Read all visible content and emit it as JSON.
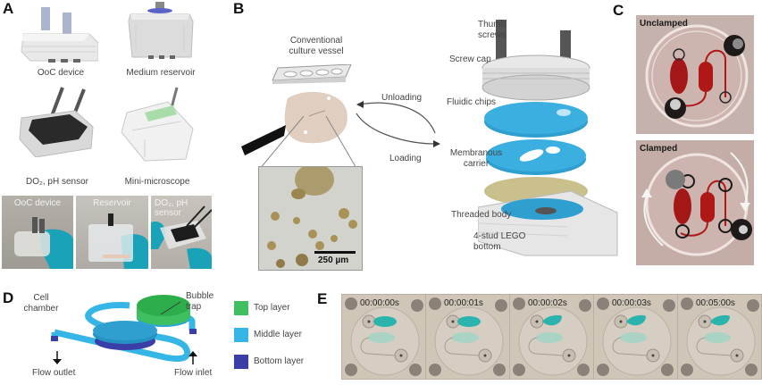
{
  "figure": {
    "panels": {
      "A": {
        "label": "A",
        "render_captions": [
          "OoC device",
          "Medium reservoir",
          "DO₂, pH sensor",
          "Mini-microscope"
        ],
        "photo_titles": [
          "OoC device",
          "Reservoir",
          "DO₂, pH sensor"
        ]
      },
      "B": {
        "label": "B",
        "vessel_caption_line1": "Conventional",
        "vessel_caption_line2": "culture vessel",
        "unloading": "Unloading",
        "loading": "Loading",
        "scale_bar": "250 µm",
        "components": [
          {
            "line1": "Thumb",
            "line2": "screws"
          },
          {
            "line1": "Screw cap",
            "line2": ""
          },
          {
            "line1": "Fluidic chips",
            "line2": ""
          },
          {
            "line1": "Membranous",
            "line2": "carrier"
          },
          {
            "line1": "Threaded body",
            "line2": ""
          },
          {
            "line1": "4-stud LEGO",
            "line2": "bottom"
          }
        ]
      },
      "C": {
        "label": "C",
        "top_title": "Unclamped",
        "bottom_title": "Clamped"
      },
      "D": {
        "label": "D",
        "cell_chamber_line1": "Cell",
        "cell_chamber_line2": "chamber",
        "bubble_trap_line1": "Bubble",
        "bubble_trap_line2": "trap",
        "flow_outlet": "Flow outlet",
        "flow_inlet": "Flow inlet",
        "legend": [
          {
            "label": "Top layer",
            "color": "#3fbf5f"
          },
          {
            "label": "Middle layer",
            "color": "#35b6e6"
          },
          {
            "label": "Bottom layer",
            "color": "#3a3fa8"
          }
        ]
      },
      "E": {
        "label": "E",
        "timestamps": [
          "00:00:00s",
          "00:00:01s",
          "00:00:02s",
          "00:00:03s",
          "00:05:00s"
        ]
      }
    },
    "colors": {
      "fluidic_blue": "#2f9fd0",
      "membrane_tan": "#c9c08e",
      "channel_red": "#b01818",
      "glove_teal": "#1aa3b8",
      "tissue_beige": "#e0cfc0",
      "dye_cyan": "#2bb3ad"
    }
  }
}
